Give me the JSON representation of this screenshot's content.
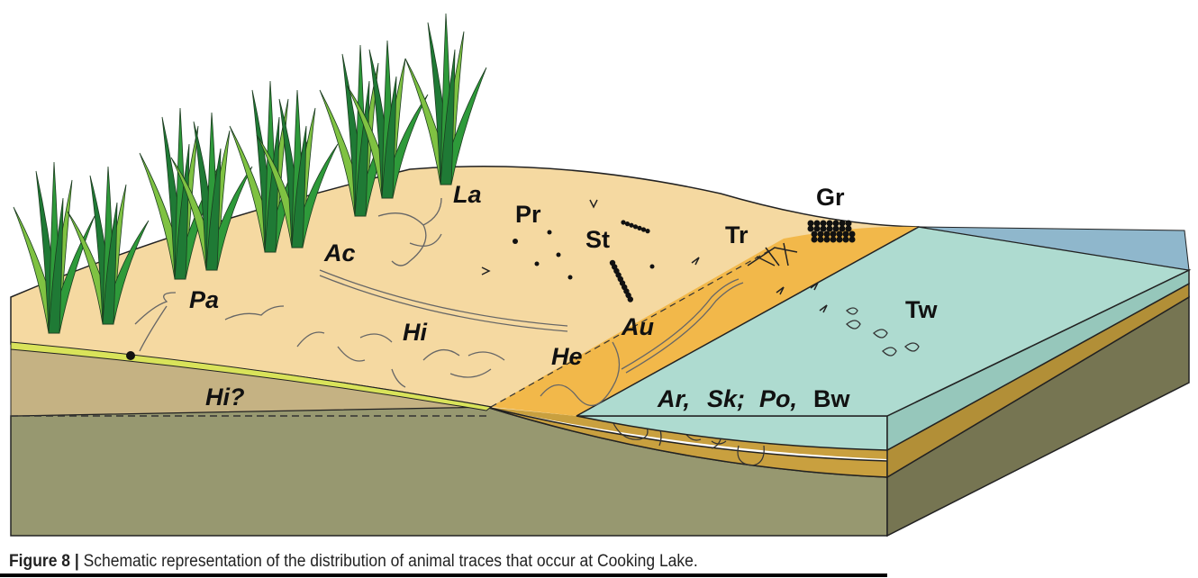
{
  "figure": {
    "caption_label": "Figure 8",
    "caption_separator": "|",
    "caption_text": "Schematic representation of the distribution of animal traces that occur at Cooking Lake.",
    "labels": {
      "la": "La",
      "pr": "Pr",
      "st": "St",
      "gr": "Gr",
      "tr": "Tr",
      "ac": "Ac",
      "pa": "Pa",
      "hi": "Hi",
      "hi_q": "Hi?",
      "he": "He",
      "au": "Au",
      "tw": "Tw",
      "ar": "Ar,",
      "sk": "Sk;",
      "po": "Po,",
      "bw": "Bw"
    },
    "colors": {
      "sand": "#f5d9a1",
      "wet_sand": "#f2b84a",
      "water": "#aedbd0",
      "deep_water": "#8fb7cc",
      "soil": "#c5b283",
      "bedrock": "#979870",
      "sediment": "#c9a03f",
      "grass": "#2e9a3a",
      "algae": "#d9e35a"
    }
  }
}
